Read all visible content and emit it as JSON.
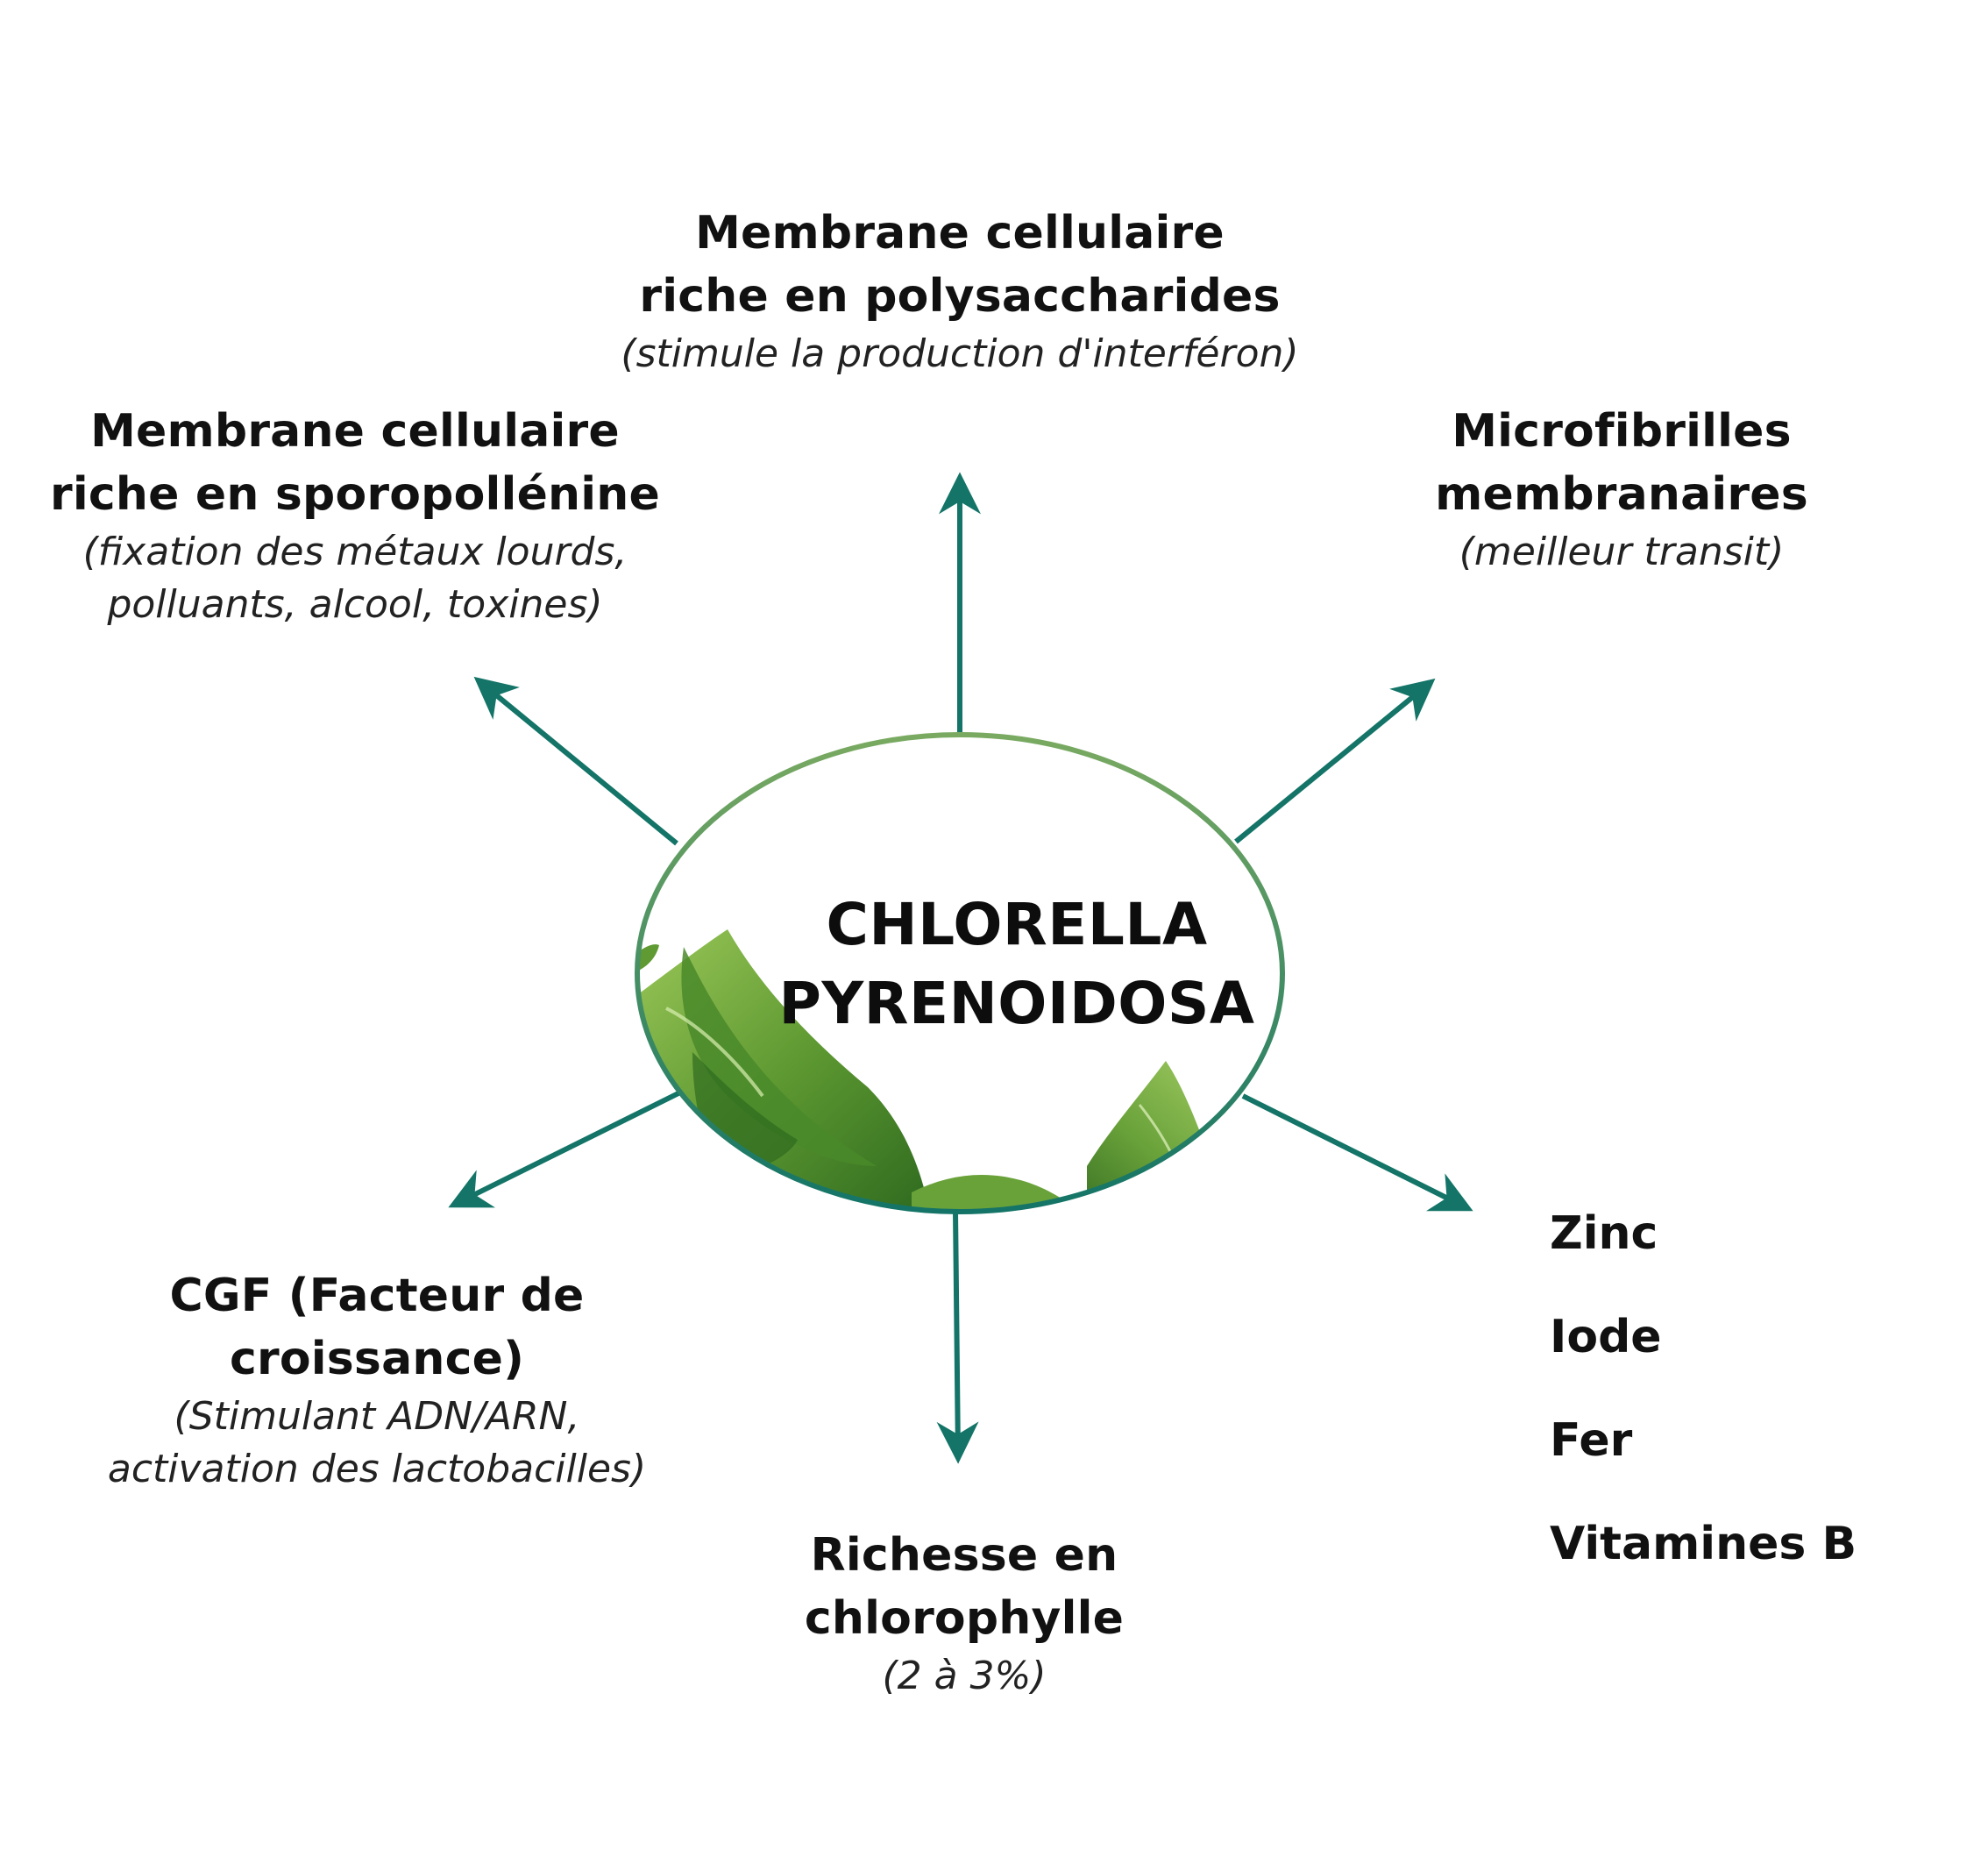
{
  "center": {
    "line1": "CHLORELLA",
    "line2": "PYRENOIDOSA"
  },
  "nodes": {
    "top": {
      "title1": "Membrane cellulaire",
      "title2": "riche en polysaccharides",
      "note1": "(stimule la production d'interféron)"
    },
    "top_left": {
      "title1": "Membrane cellulaire",
      "title2": "riche en sporopollénine",
      "note1": "(fixation des métaux lourds,",
      "note2": "polluants, alcool, toxines)"
    },
    "top_right": {
      "title1": "Microfibrilles",
      "title2": "membranaires",
      "note1": "(meilleur transit)"
    },
    "bottom_left": {
      "title1": "CGF (Facteur de",
      "title2": "croissance)",
      "note1": "(Stimulant ADN/ARN,",
      "note2": "activation des lactobacilles)"
    },
    "bottom": {
      "title1": "Richesse en",
      "title2": "chlorophylle",
      "note1": "(2 à 3%)"
    },
    "bottom_right": {
      "items": [
        "Zinc",
        "Iode",
        "Fer",
        "Vitamines B"
      ]
    }
  },
  "colors": {
    "arrow": "#137467",
    "ellipse_stroke_top": "#7aaa61",
    "ellipse_stroke_bottom": "#137467",
    "leaf_dark": "#2f6b1f",
    "leaf_mid": "#5f9a32",
    "leaf_light": "#9cc85a"
  }
}
